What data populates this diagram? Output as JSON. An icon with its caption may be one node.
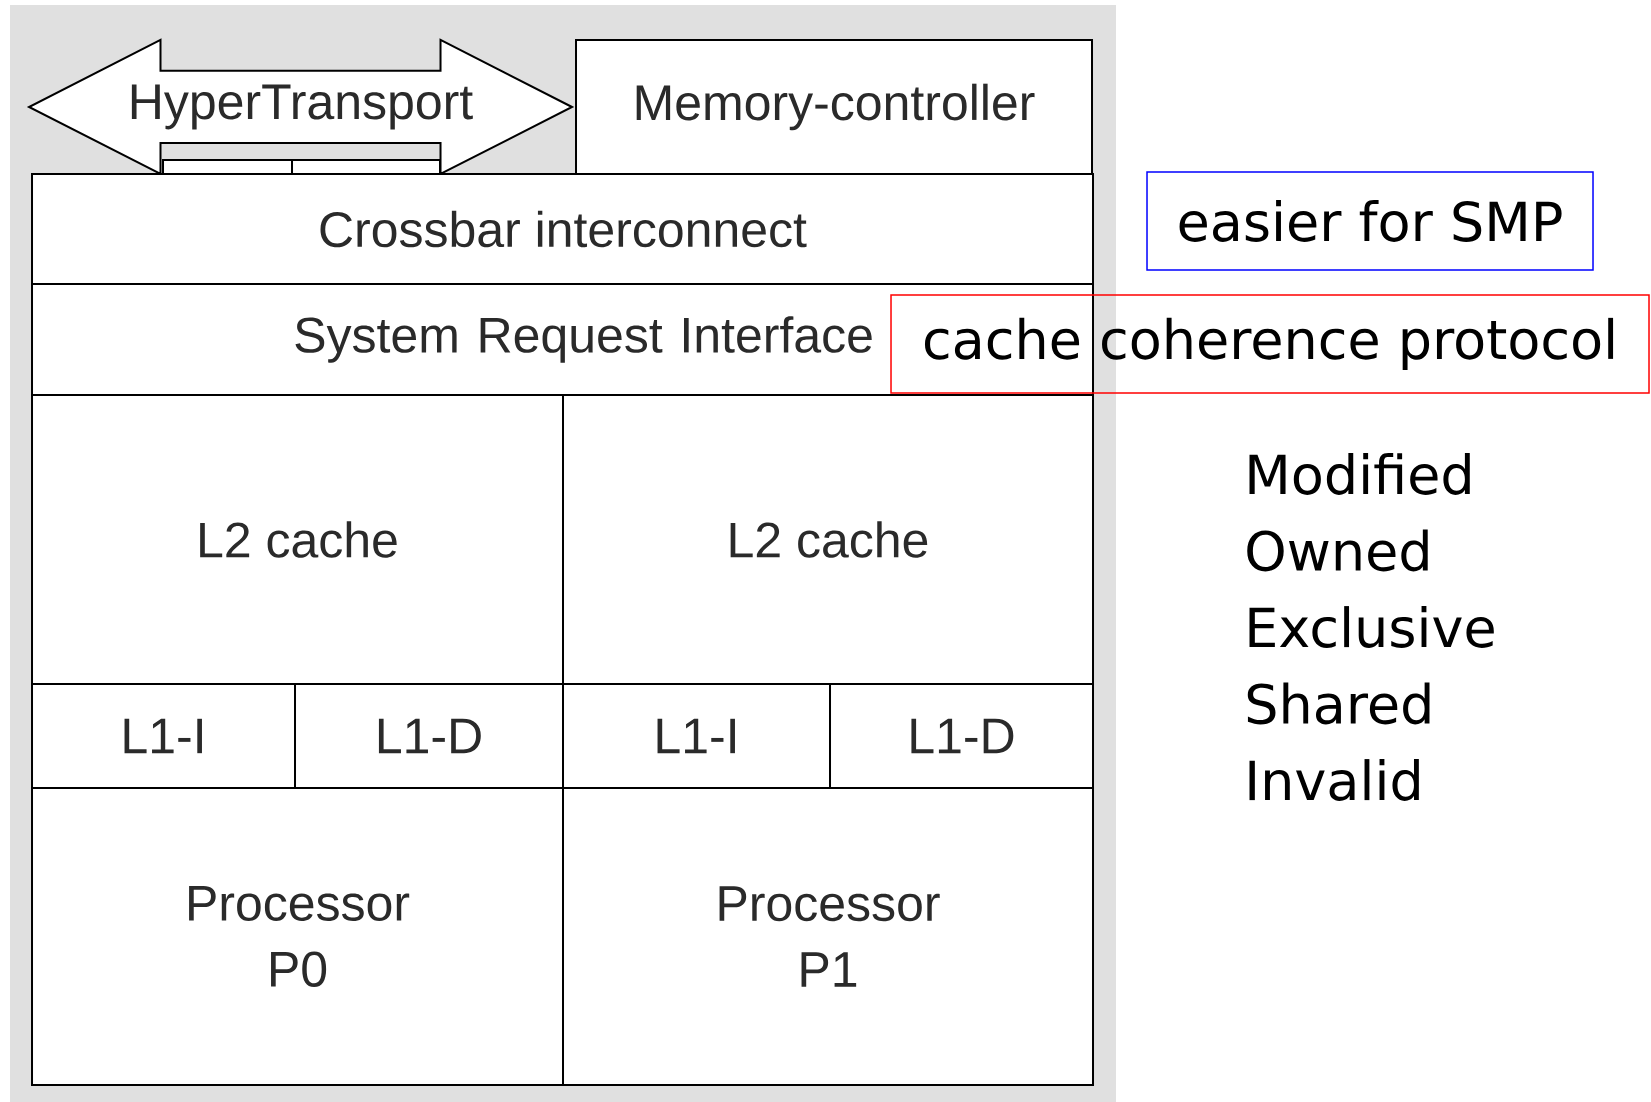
{
  "diagram": {
    "nodes": [
      {
        "text": [
          "HyperTransport"
        ]
      },
      {
        "text": [
          "Memory-controller"
        ]
      },
      {
        "text": [
          "Crossbar interconnect"
        ]
      },
      {
        "text": [
          "System Request Interface"
        ]
      },
      {
        "text": [
          "L2 cache"
        ]
      },
      {
        "text": [
          "L2 cache"
        ]
      },
      {
        "text": [
          "L1-I"
        ]
      },
      {
        "text": [
          "L1-D"
        ]
      },
      {
        "text": [
          "L1-I"
        ]
      },
      {
        "text": [
          "L1-D"
        ]
      },
      {
        "text": [
          "Processor P0"
        ]
      },
      {
        "text": [
          "Processor P1"
        ]
      },
      {
        "text": [
          "easier for SMP"
        ]
      },
      {
        "text": [
          "cache coherence protocol"
        ]
      }
    ],
    "labels": [
      "Modified",
      "Owned",
      "Exclusive",
      "Shared",
      "Invalid"
    ]
  }
}
